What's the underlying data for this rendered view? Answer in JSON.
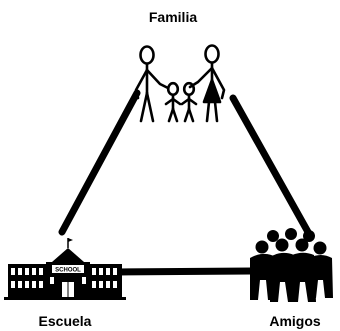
{
  "nodes": {
    "top": {
      "label": "Familia",
      "icon": "family-icon"
    },
    "left": {
      "label": "Escuela",
      "icon": "school-icon",
      "sign": "SCHOOL"
    },
    "right": {
      "label": "Amigos",
      "icon": "friends-icon"
    }
  },
  "colors": {
    "stroke": "#000000",
    "background": "#ffffff"
  }
}
